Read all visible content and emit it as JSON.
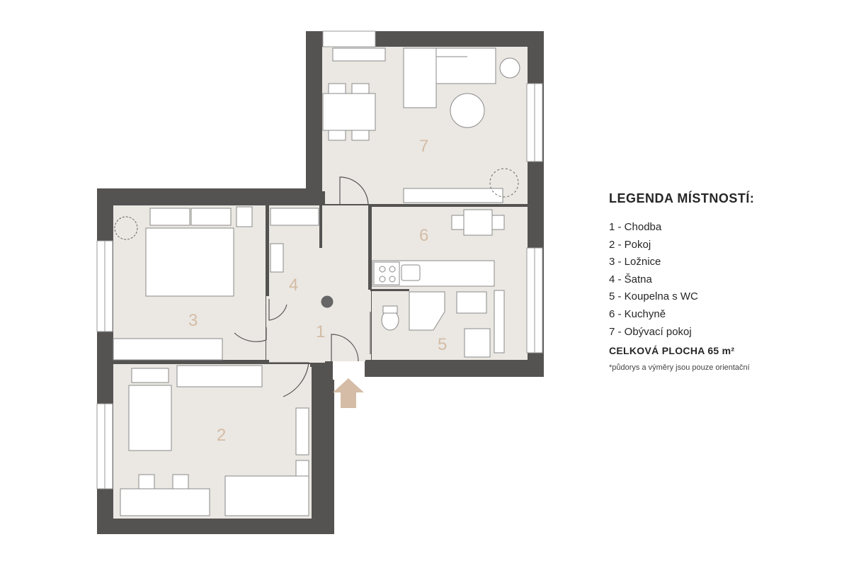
{
  "legend": {
    "title": "LEGENDA MÍSTNOSTÍ:",
    "items": [
      {
        "label": "1 - Chodba"
      },
      {
        "label": "2 - Pokoj"
      },
      {
        "label": "3 - Ložnice"
      },
      {
        "label": "4 - Šatna"
      },
      {
        "label": "5 - Koupelna s WC"
      },
      {
        "label": "6 - Kuchyně"
      },
      {
        "label": "7 - Obývací pokoj"
      }
    ],
    "total": "CELKOVÁ PLOCHA 65 m²",
    "note": "*půdorys a výměry jsou pouze orientační"
  },
  "rooms": [
    {
      "number": "1"
    },
    {
      "number": "2"
    },
    {
      "number": "3"
    },
    {
      "number": "4"
    },
    {
      "number": "5"
    },
    {
      "number": "6"
    },
    {
      "number": "7"
    }
  ],
  "colors": {
    "wall": "#555352",
    "floor": "#ebe8e3",
    "room_number": "#d4bca6",
    "entrance_arrow": "#d4bca6",
    "furniture_stroke": "#8a8a8a"
  }
}
